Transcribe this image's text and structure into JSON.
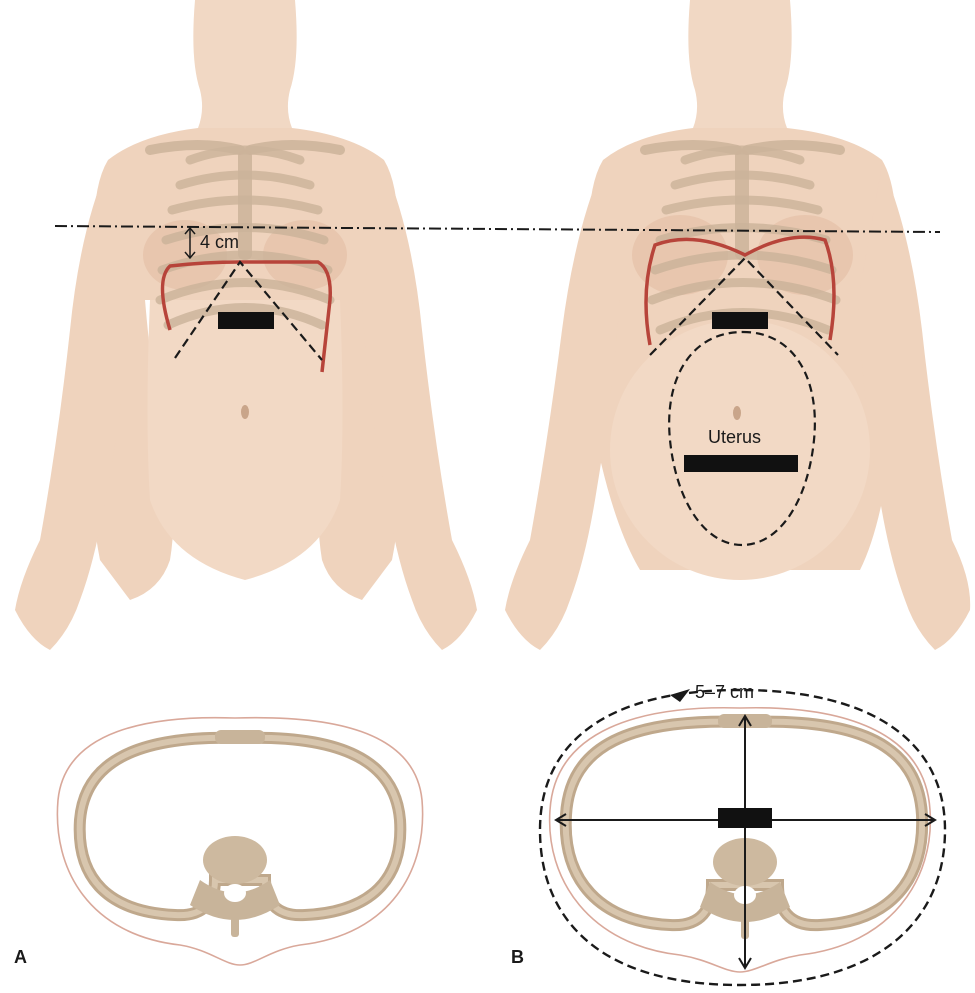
{
  "panels": {
    "A": {
      "letter": "A",
      "diaphragm_rise": "4 cm"
    },
    "B": {
      "letter": "B",
      "uterus_label": "Uterus",
      "circumference_increase": "5–7 cm"
    }
  },
  "colors": {
    "skin": "#efd3bd",
    "skin_edge": "#d9b89f",
    "bone": "#c8b49a",
    "bone_dark": "#a8927a",
    "diaphragm": "#b7443a",
    "dashed": "#1a1a1a"
  }
}
